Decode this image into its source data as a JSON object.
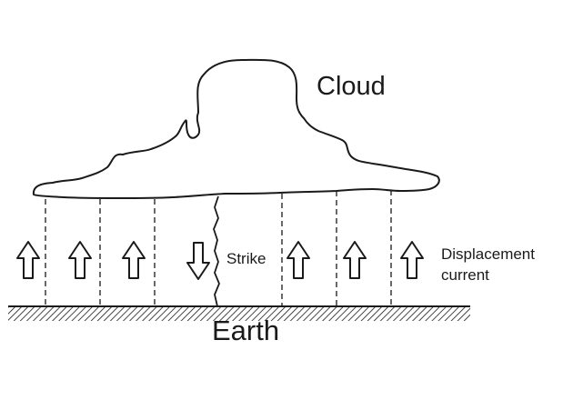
{
  "labels": {
    "cloud": "Cloud",
    "strike": "Strike",
    "displacement_line1": "Displacement",
    "displacement_line2": "current",
    "earth": "Earth"
  },
  "arrows": {
    "upward_count": 6,
    "downward_count": 1
  },
  "colors": {
    "ink": "#1a1a1a",
    "background": "#ffffff"
  }
}
